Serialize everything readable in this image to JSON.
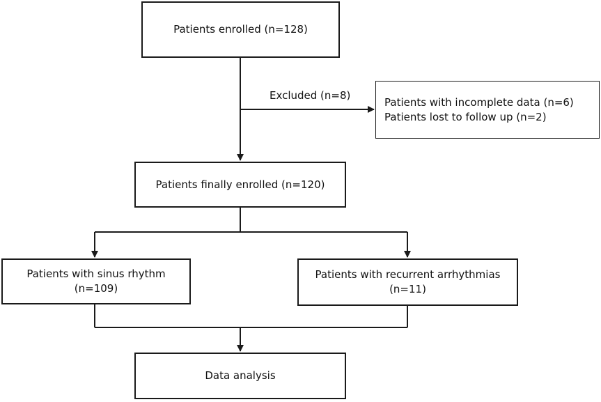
{
  "flowchart": {
    "enrolled": "Patients enrolled (n=128)",
    "excluded_label": "Excluded (n=8)",
    "exclusions": [
      "Patients with incomplete data (n=6)",
      "Patients lost to follow up (n=2)"
    ],
    "final": "Patients finally enrolled (n=120)",
    "sinus": {
      "line1": "Patients with sinus rhythm",
      "line2": "(n=109)"
    },
    "recurrent": {
      "line1": "Patients with recurrent arrhythmias",
      "line2": "(n=11)"
    },
    "analysis": "Data analysis"
  }
}
